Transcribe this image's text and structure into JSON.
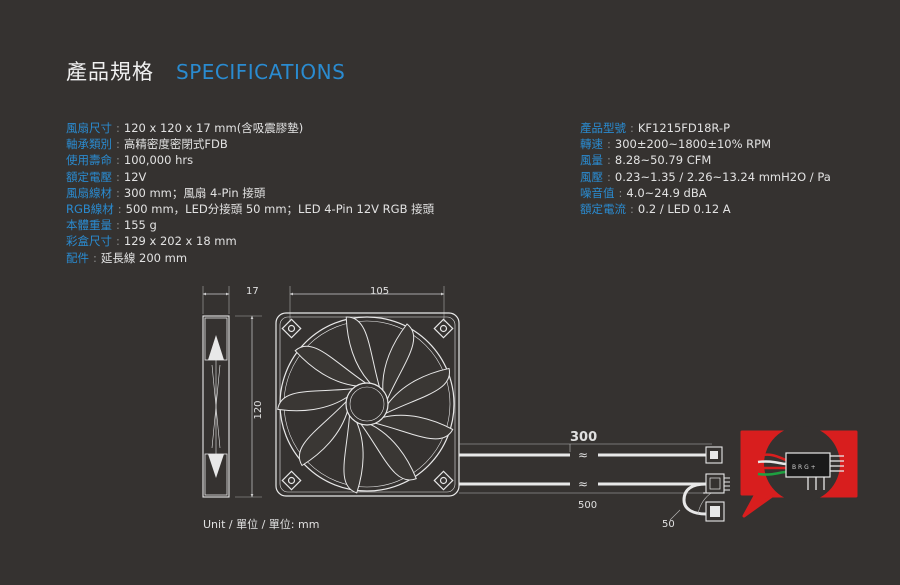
{
  "header": {
    "title_cn": "產品規格",
    "title_en": "SPECIFICATIONS"
  },
  "specs_left": [
    {
      "label": "風扇尺寸",
      "value": "120 x 120 x 17 mm(含吸震膠墊)"
    },
    {
      "label": "軸承類別",
      "value": "高精密度密閉式FDB"
    },
    {
      "label": "使用壽命",
      "value": "100,000 hrs"
    },
    {
      "label": "額定電壓",
      "value": "12V"
    },
    {
      "label": "風扇線材",
      "value": "300 mm；風扇 4-Pin 接頭"
    },
    {
      "label": "RGB線材",
      "value": "500 mm，LED分接頭 50 mm；LED 4-Pin 12V RGB 接頭"
    },
    {
      "label": "本體重量",
      "value": "155 g"
    },
    {
      "label": "彩盒尺寸",
      "value": "129 x 202 x 18 mm"
    },
    {
      "label": "配件",
      "value": "延長線 200 mm"
    }
  ],
  "specs_right": [
    {
      "label": "產品型號",
      "value": "KF1215FD18R-P"
    },
    {
      "label": "轉速",
      "value": "300±200~1800±10% RPM"
    },
    {
      "label": "風量",
      "value": "8.28~50.79 CFM"
    },
    {
      "label": "風壓",
      "value": "0.23~1.35 / 2.26~13.24 mmH2O / Pa"
    },
    {
      "label": "噪音值",
      "value": "4.0~24.9 dBA"
    },
    {
      "label": "額定電流",
      "value": "0.2 / LED 0.12 A"
    }
  ],
  "separator": ":",
  "drawing": {
    "dim_thickness": "17",
    "dim_width": "105",
    "dim_height": "120",
    "dim_fan_cable": "300",
    "dim_rgb_cable": "500",
    "dim_branch": "50",
    "break_symbol": "≈",
    "unit_note": "Unit / 單位 / 單位: mm",
    "accent_color": "#d81e1e"
  }
}
